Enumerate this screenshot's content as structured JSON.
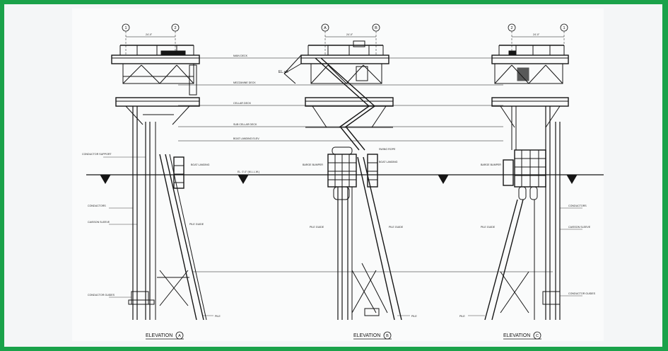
{
  "colors": {
    "border": "#1aa24a",
    "ink": "#141414",
    "paper": "#fafbfb"
  },
  "grid_bubbles": {
    "a": [
      "1",
      "2"
    ],
    "b": [
      "A",
      "B"
    ],
    "c": [
      "2",
      "1"
    ]
  },
  "dimension": "24'-0\"",
  "deck_labels": {
    "main": "MAIN DECK",
    "mezzanine": "MEZZANINE DECK",
    "cellar": "CELLAR DECK",
    "sub_cellar": "SUB CELLAR DECK",
    "boat_landing": "BOAT LANDING ELEV."
  },
  "left_labels": {
    "support": "CONDUCTOR SUPPORT",
    "conductors": "CONDUCTORS",
    "sleeve": "CAISSON SLEEVE",
    "guides": "CONDUCTOR GUIDES"
  },
  "elev_text": "EL. 0'-0\" (M.L.L.W.)",
  "boat_landing_text": "BOAT LANDING",
  "barge_bumper": "BARGE BUMPER",
  "pile_guide": "PILE GUIDE",
  "pile": "PILE",
  "swing_rope": "SWING ROPE",
  "elev_marker": "EL.+X",
  "titles": {
    "a": "ELEVATION",
    "b": "ELEVATION",
    "c": "ELEVATION",
    "tag_a": "A",
    "tag_b": "B",
    "tag_c": "C"
  }
}
